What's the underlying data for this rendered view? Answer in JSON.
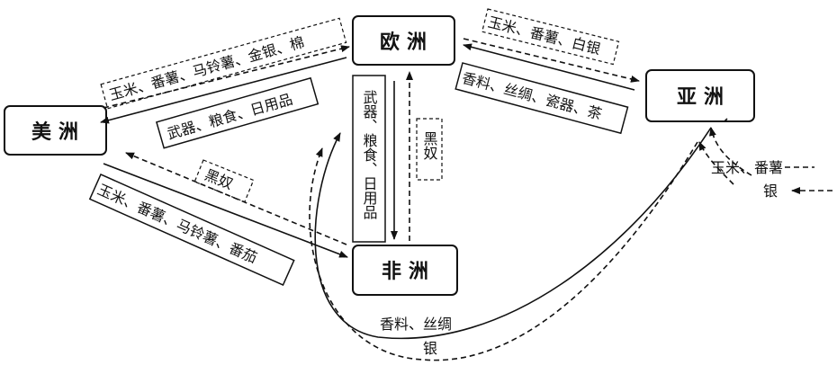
{
  "regions": {
    "europe": "欧洲",
    "asia": "亚洲",
    "america": "美洲",
    "africa": "非洲"
  },
  "flows": {
    "america_to_europe": "玉米、番薯、马铃薯、金银、棉",
    "europe_to_america": "武器、粮食、日用品",
    "europe_to_asia": "玉米、番薯、白银",
    "asia_to_europe": "香料、丝绸、瓷器、茶",
    "europe_to_africa": "武器、粮食、日用品",
    "africa_to_europe": "黑奴",
    "africa_to_america": "黑奴",
    "america_to_africa": "玉米、番薯、马铃薯、番茄",
    "asia_to_europe_via_africa": "香料、丝绸",
    "silver_to_asia": "银",
    "asia_incoming_crops": "玉米、番薯",
    "asia_incoming_silver": "银"
  }
}
